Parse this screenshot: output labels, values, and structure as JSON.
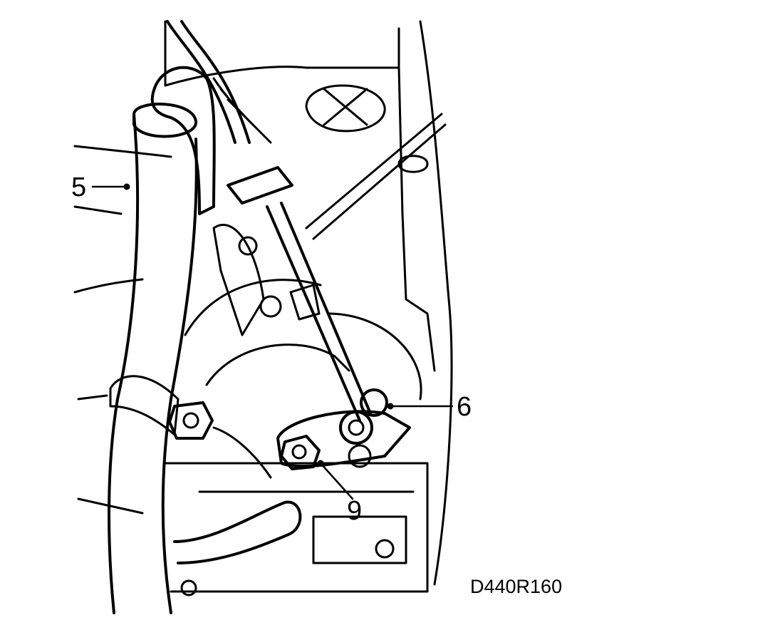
{
  "figure": {
    "callouts": [
      {
        "id": "5",
        "text": "5"
      },
      {
        "id": "6",
        "text": "6"
      },
      {
        "id": "9",
        "text": "9"
      }
    ],
    "figure_code": "D440R160"
  }
}
